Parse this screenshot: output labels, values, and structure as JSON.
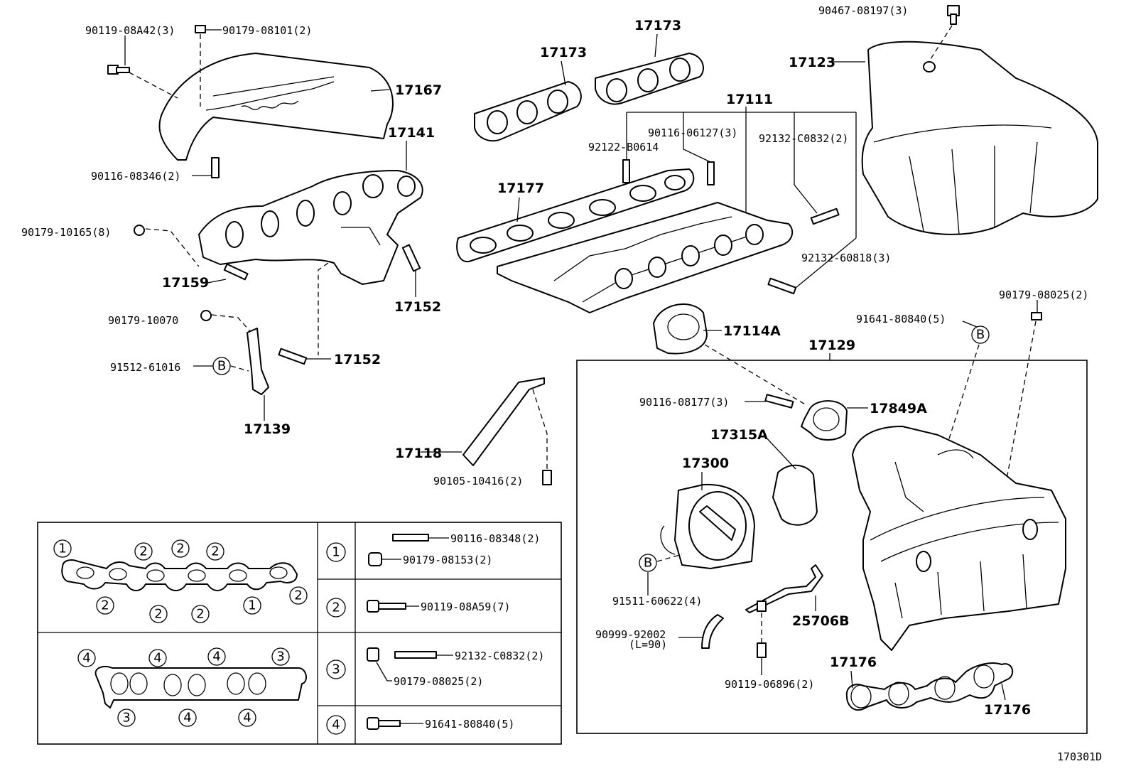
{
  "diagram_id": "170301D",
  "labels": {
    "p17167": "17167",
    "p17141": "17141",
    "p17159": "17159",
    "p17152a": "17152",
    "p17152b": "17152",
    "p17139": "17139",
    "p17118": "17118",
    "p17173a": "17173",
    "p17173b": "17173",
    "p17111": "17111",
    "p17177": "17177",
    "p17123": "17123",
    "p17114A": "17114A",
    "p17129": "17129",
    "p17849A": "17849A",
    "p17315A": "17315A",
    "p17300": "17300",
    "p25706B": "25706B",
    "p17176a": "17176",
    "p17176b": "17176",
    "b_90119_08A42": "90119-08A42(3)",
    "b_90179_08101": "90179-08101(2)",
    "b_90116_08346": "90116-08346(2)",
    "b_90179_10165": "90179-10165(8)",
    "b_90179_10070": "90179-10070",
    "b_91512_61016": "91512-61016",
    "b_90105_10416": "90105-10416(2)",
    "b_92122_B0614": "92122-B0614",
    "b_90116_06127": "90116-06127(3)",
    "b_92132_C0832": "92132-C0832(2)",
    "b_92132_60818": "92132-60818(3)",
    "b_90467_08197": "90467-08197(3)",
    "b_91641_80840": "91641-80840(5)",
    "b_90179_08025": "90179-08025(2)",
    "b_90116_08177": "90116-08177(3)",
    "b_91511_60622": "91511-60622(4)",
    "b_90999_92002": "90999-92002",
    "b_L90": "(L=90)",
    "b_90119_06896": "90119-06896(2)"
  },
  "markers": {
    "B": "B",
    "n1": "1",
    "n2": "2",
    "n3": "3",
    "n4": "4"
  },
  "legend": {
    "rows": [
      {
        "key": "1",
        "items": [
          "90116-08348(2)",
          "90179-08153(2)"
        ]
      },
      {
        "key": "2",
        "items": [
          "90119-08A59(7)"
        ]
      },
      {
        "key": "3",
        "items": [
          "92132-C0832(2)",
          "90179-08025(2)"
        ]
      },
      {
        "key": "4",
        "items": [
          "91641-80840(5)"
        ]
      }
    ]
  },
  "colors": {
    "ink": "#000000",
    "paper": "#ffffff"
  }
}
